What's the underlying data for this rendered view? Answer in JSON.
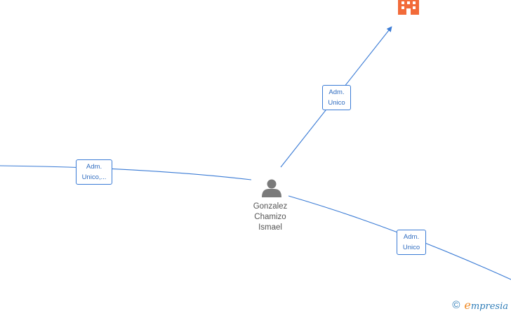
{
  "colors": {
    "edge": "#3a7bd5",
    "person_icon": "#7a7a7a",
    "company_icon": "#f26b3a",
    "label_text": "#2f6cc0",
    "node_text": "#555555",
    "brand_accent": "#f08a24"
  },
  "person": {
    "icon": "person-icon",
    "name_lines": [
      "Gonzalez",
      "Chamizo",
      "Ismael"
    ]
  },
  "company": {
    "icon": "building-icon"
  },
  "edges": [
    {
      "label_lines": [
        "Adm.",
        "Unico"
      ]
    },
    {
      "label_lines": [
        "Adm.",
        "Unico,..."
      ]
    },
    {
      "label_lines": [
        "Adm.",
        "Unico"
      ]
    }
  ],
  "footer": {
    "copyright_symbol": "©",
    "brand_initial": "e",
    "brand_rest": "mpresia"
  }
}
